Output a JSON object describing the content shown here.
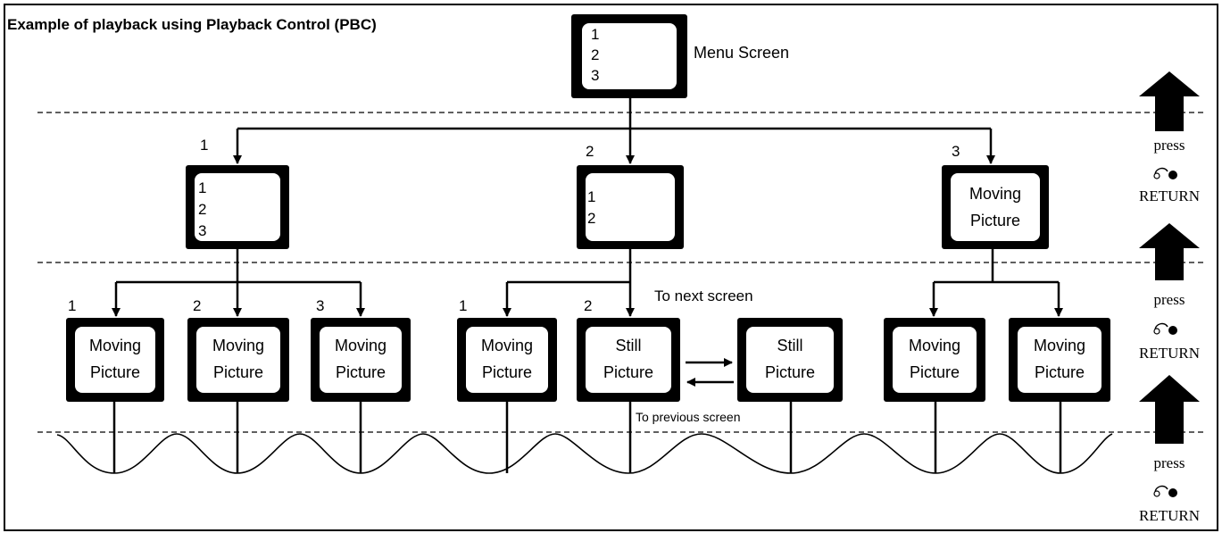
{
  "title": "Example of playback using Playback Control (PBC)",
  "menu_screen": {
    "items": [
      "1",
      "2",
      "3"
    ],
    "label": "Menu Screen"
  },
  "level1": [
    {
      "number": "1",
      "items": [
        "1",
        "2",
        "3"
      ]
    },
    {
      "number": "2",
      "items": [
        "1",
        "2"
      ]
    },
    {
      "number": "3",
      "line1": "Moving",
      "line2": "Picture"
    }
  ],
  "level2": [
    {
      "number": "1",
      "line1": "Moving",
      "line2": "Picture"
    },
    {
      "number": "2",
      "line1": "Moving",
      "line2": "Picture"
    },
    {
      "number": "3",
      "line1": "Moving",
      "line2": "Picture"
    },
    {
      "number": "1",
      "line1": "Moving",
      "line2": "Picture"
    },
    {
      "number": "2",
      "line1": "Still",
      "line2": "Picture"
    },
    {
      "number": "",
      "line1": "Still",
      "line2": "Picture"
    },
    {
      "number": "",
      "line1": "Moving",
      "line2": "Picture"
    },
    {
      "number": "",
      "line1": "Moving",
      "line2": "Picture"
    }
  ],
  "to_next_screen": "To next screen",
  "to_previous_screen": "To previous  screen",
  "return_hint": {
    "press": "press",
    "return": "RETURN",
    "icon": "return-button-icon"
  }
}
